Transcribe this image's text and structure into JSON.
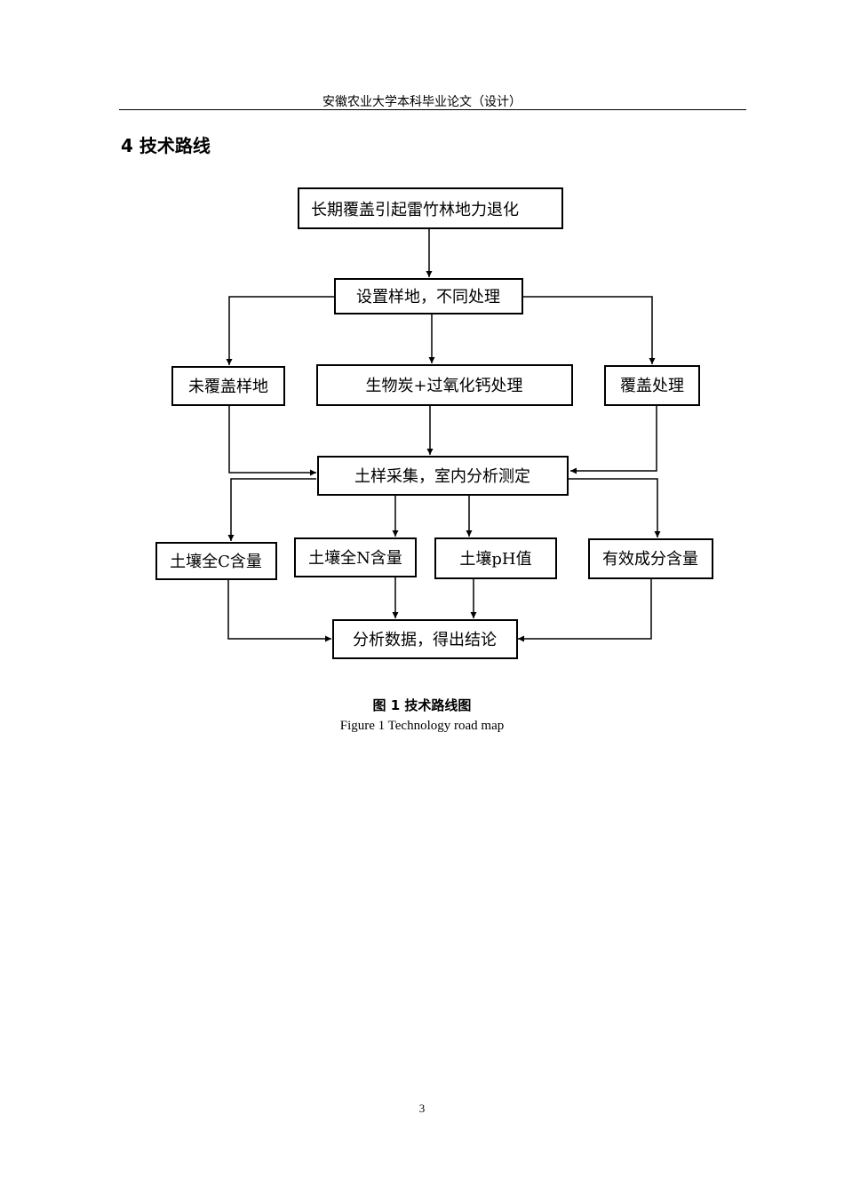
{
  "header": {
    "running_title": "安徽农业大学本科毕业论文（设计）"
  },
  "section": {
    "heading": "4  技术路线"
  },
  "flowchart": {
    "nodes": {
      "n1": "长期覆盖引起雷竹林地力退化",
      "n2": "设置样地，不同处理",
      "n3a": "未覆盖样地",
      "n3b": "生物炭+过氧化钙处理",
      "n3c": "覆盖处理",
      "n4": "土样采集，室内分析测定",
      "n5a": "土壤全C含量",
      "n5b": "土壤全N含量",
      "n5c": "土壤pH值",
      "n5d": "有效成分含量",
      "n6": "分析数据，得出结论"
    }
  },
  "caption": {
    "cn": "图 1 技术路线图",
    "en": "Figure 1 Technology road map"
  },
  "footer": {
    "page_number": "3"
  }
}
